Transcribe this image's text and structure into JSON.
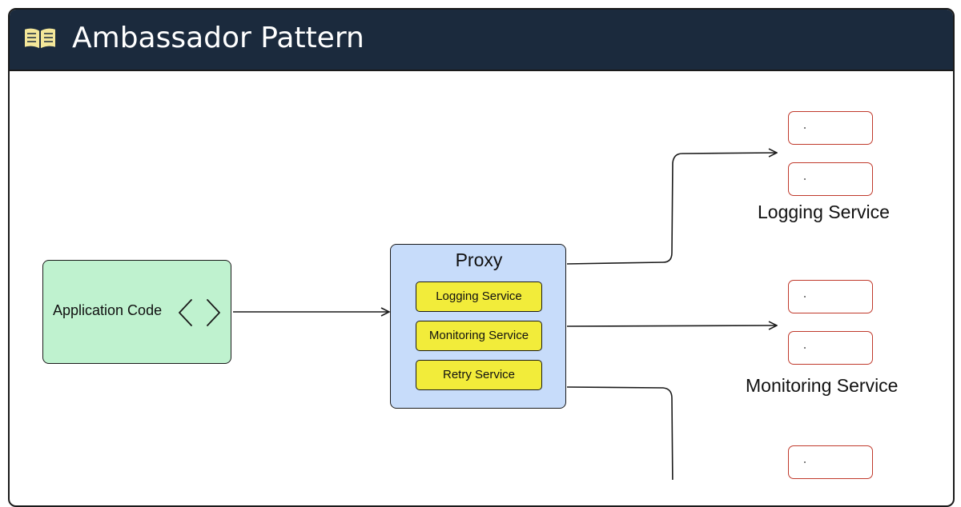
{
  "header": {
    "title": "Ambassador Pattern",
    "icon": "open-book-icon",
    "background": "#1b2a3d"
  },
  "application": {
    "label": "Application Code",
    "icon": "code-brackets-icon",
    "fill": "#bff2cf"
  },
  "proxy": {
    "title": "Proxy",
    "fill": "#c7dcfa",
    "services": [
      {
        "label": "Logging Service"
      },
      {
        "label": "Monitoring Service"
      },
      {
        "label": "Retry Service"
      }
    ],
    "service_fill": "#f2ec3a"
  },
  "external_services": [
    {
      "label": "Logging Service",
      "instance_count": 2
    },
    {
      "label": "Monitoring Service",
      "instance_count": 2
    },
    {
      "label": "",
      "instance_count": 1
    }
  ],
  "colors": {
    "instance_border": "#c0392b",
    "line": "#1a1a1a"
  }
}
